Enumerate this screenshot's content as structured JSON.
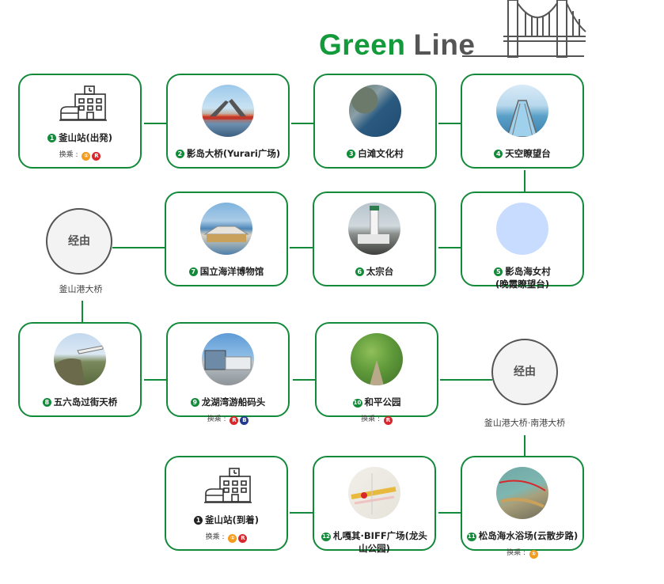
{
  "header": {
    "title_green": "Green",
    "title_line": "Line"
  },
  "transfer_label": "换乘 :",
  "badge_colors": {
    "orange": "#f29b1d",
    "red": "#d9272e",
    "blue": "#223a8f"
  },
  "stations": [
    {
      "id": "s1",
      "num": "1",
      "name": "釜山站(出発)",
      "icon": "train-station-icon",
      "transfer": [
        "①",
        "R"
      ]
    },
    {
      "id": "s2",
      "num": "2",
      "name": "影岛大桥(Yurari广场)",
      "icon": "drawbridge-photo"
    },
    {
      "id": "s3",
      "num": "3",
      "name": "白滩文化村",
      "icon": "coastal-village-photo"
    },
    {
      "id": "s4",
      "num": "4",
      "name": "天空瞭望台",
      "icon": "skywalk-photo"
    },
    {
      "id": "s5",
      "num": "5",
      "name_line1": "影岛海女村",
      "name_line2": "(晚霞瞭望台)",
      "icon": "empty-photo"
    },
    {
      "id": "s6",
      "num": "6",
      "name": "太宗台",
      "icon": "lighthouse-photo"
    },
    {
      "id": "s7",
      "num": "7",
      "name": "国立海洋博物馆",
      "icon": "museum-photo"
    },
    {
      "id": "s8",
      "num": "8",
      "name": "五六岛过街天桥",
      "icon": "cliff-skywalk-photo"
    },
    {
      "id": "s9",
      "num": "9",
      "name": "龙湖湾游船码头",
      "icon": "terminal-photo",
      "transfer": [
        "R",
        "B"
      ]
    },
    {
      "id": "s10",
      "num": "10",
      "name": "和平公园",
      "icon": "park-photo",
      "transfer": [
        "R"
      ]
    },
    {
      "id": "s11",
      "num": "11",
      "name": "松岛海水浴场(云散步路)",
      "icon": "beach-walkway-photo",
      "transfer": [
        "①"
      ]
    },
    {
      "id": "s12",
      "num": "12",
      "name_line1": "札嘎其·BIFF广场(龙头",
      "name_line2": "山公园)",
      "icon": "map-photo"
    },
    {
      "id": "s13",
      "num": "1",
      "name": "釜山站(到着)",
      "icon": "train-station-icon",
      "transfer": [
        "①",
        "R"
      ]
    }
  ],
  "via": [
    {
      "label": "经由",
      "caption": "釜山港大桥"
    },
    {
      "label": "经由",
      "caption": "釜山港大桥·南港大桥"
    }
  ]
}
